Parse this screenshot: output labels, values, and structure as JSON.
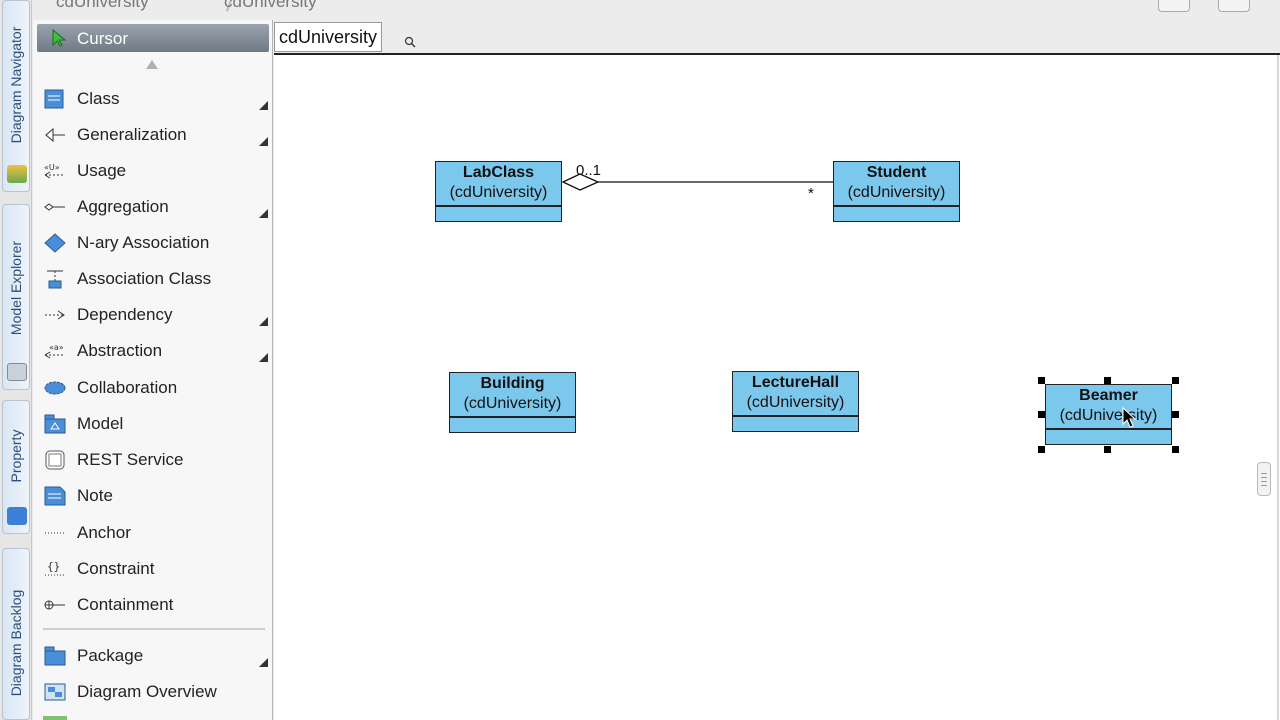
{
  "breadcrumb": [
    "cdUniversity",
    "cdUniversity"
  ],
  "left_tabs": [
    "Diagram Navigator",
    "Model Explorer",
    "Property",
    "Diagram Backlog"
  ],
  "palette": {
    "cursor_label": "Cursor",
    "items": [
      {
        "label": "Class",
        "icon": "class-icon"
      },
      {
        "label": "Generalization",
        "icon": "generalization-icon"
      },
      {
        "label": "Usage",
        "icon": "usage-icon"
      },
      {
        "label": "Aggregation",
        "icon": "aggregation-icon"
      },
      {
        "label": "N-ary Association",
        "icon": "nary-association-icon"
      },
      {
        "label": "Association Class",
        "icon": "association-class-icon"
      },
      {
        "label": "Dependency",
        "icon": "dependency-icon"
      },
      {
        "label": "Abstraction",
        "icon": "abstraction-icon"
      },
      {
        "label": "Collaboration",
        "icon": "collaboration-icon"
      },
      {
        "label": "Model",
        "icon": "model-icon"
      },
      {
        "label": "REST Service",
        "icon": "rest-service-icon"
      },
      {
        "label": "Note",
        "icon": "note-icon"
      },
      {
        "label": "Anchor",
        "icon": "anchor-icon"
      },
      {
        "label": "Constraint",
        "icon": "constraint-icon"
      },
      {
        "label": "Containment",
        "icon": "containment-icon"
      }
    ],
    "items2": [
      {
        "label": "Package",
        "icon": "package-icon"
      },
      {
        "label": "Diagram Overview",
        "icon": "diagram-overview-icon"
      }
    ]
  },
  "diagram": {
    "name": "cdUniversity",
    "classes": [
      {
        "name": "LabClass",
        "package": "(cdUniversity)"
      },
      {
        "name": "Student",
        "package": "(cdUniversity)"
      },
      {
        "name": "Building",
        "package": "(cdUniversity)"
      },
      {
        "name": "LectureHall",
        "package": "(cdUniversity)"
      },
      {
        "name": "Beamer",
        "package": "(cdUniversity)"
      }
    ],
    "association": {
      "source_multiplicity": "0..1",
      "target_multiplicity": "*"
    }
  },
  "colors": {
    "class_fill": "#7cc8ec",
    "selection_handle": "#000000"
  }
}
